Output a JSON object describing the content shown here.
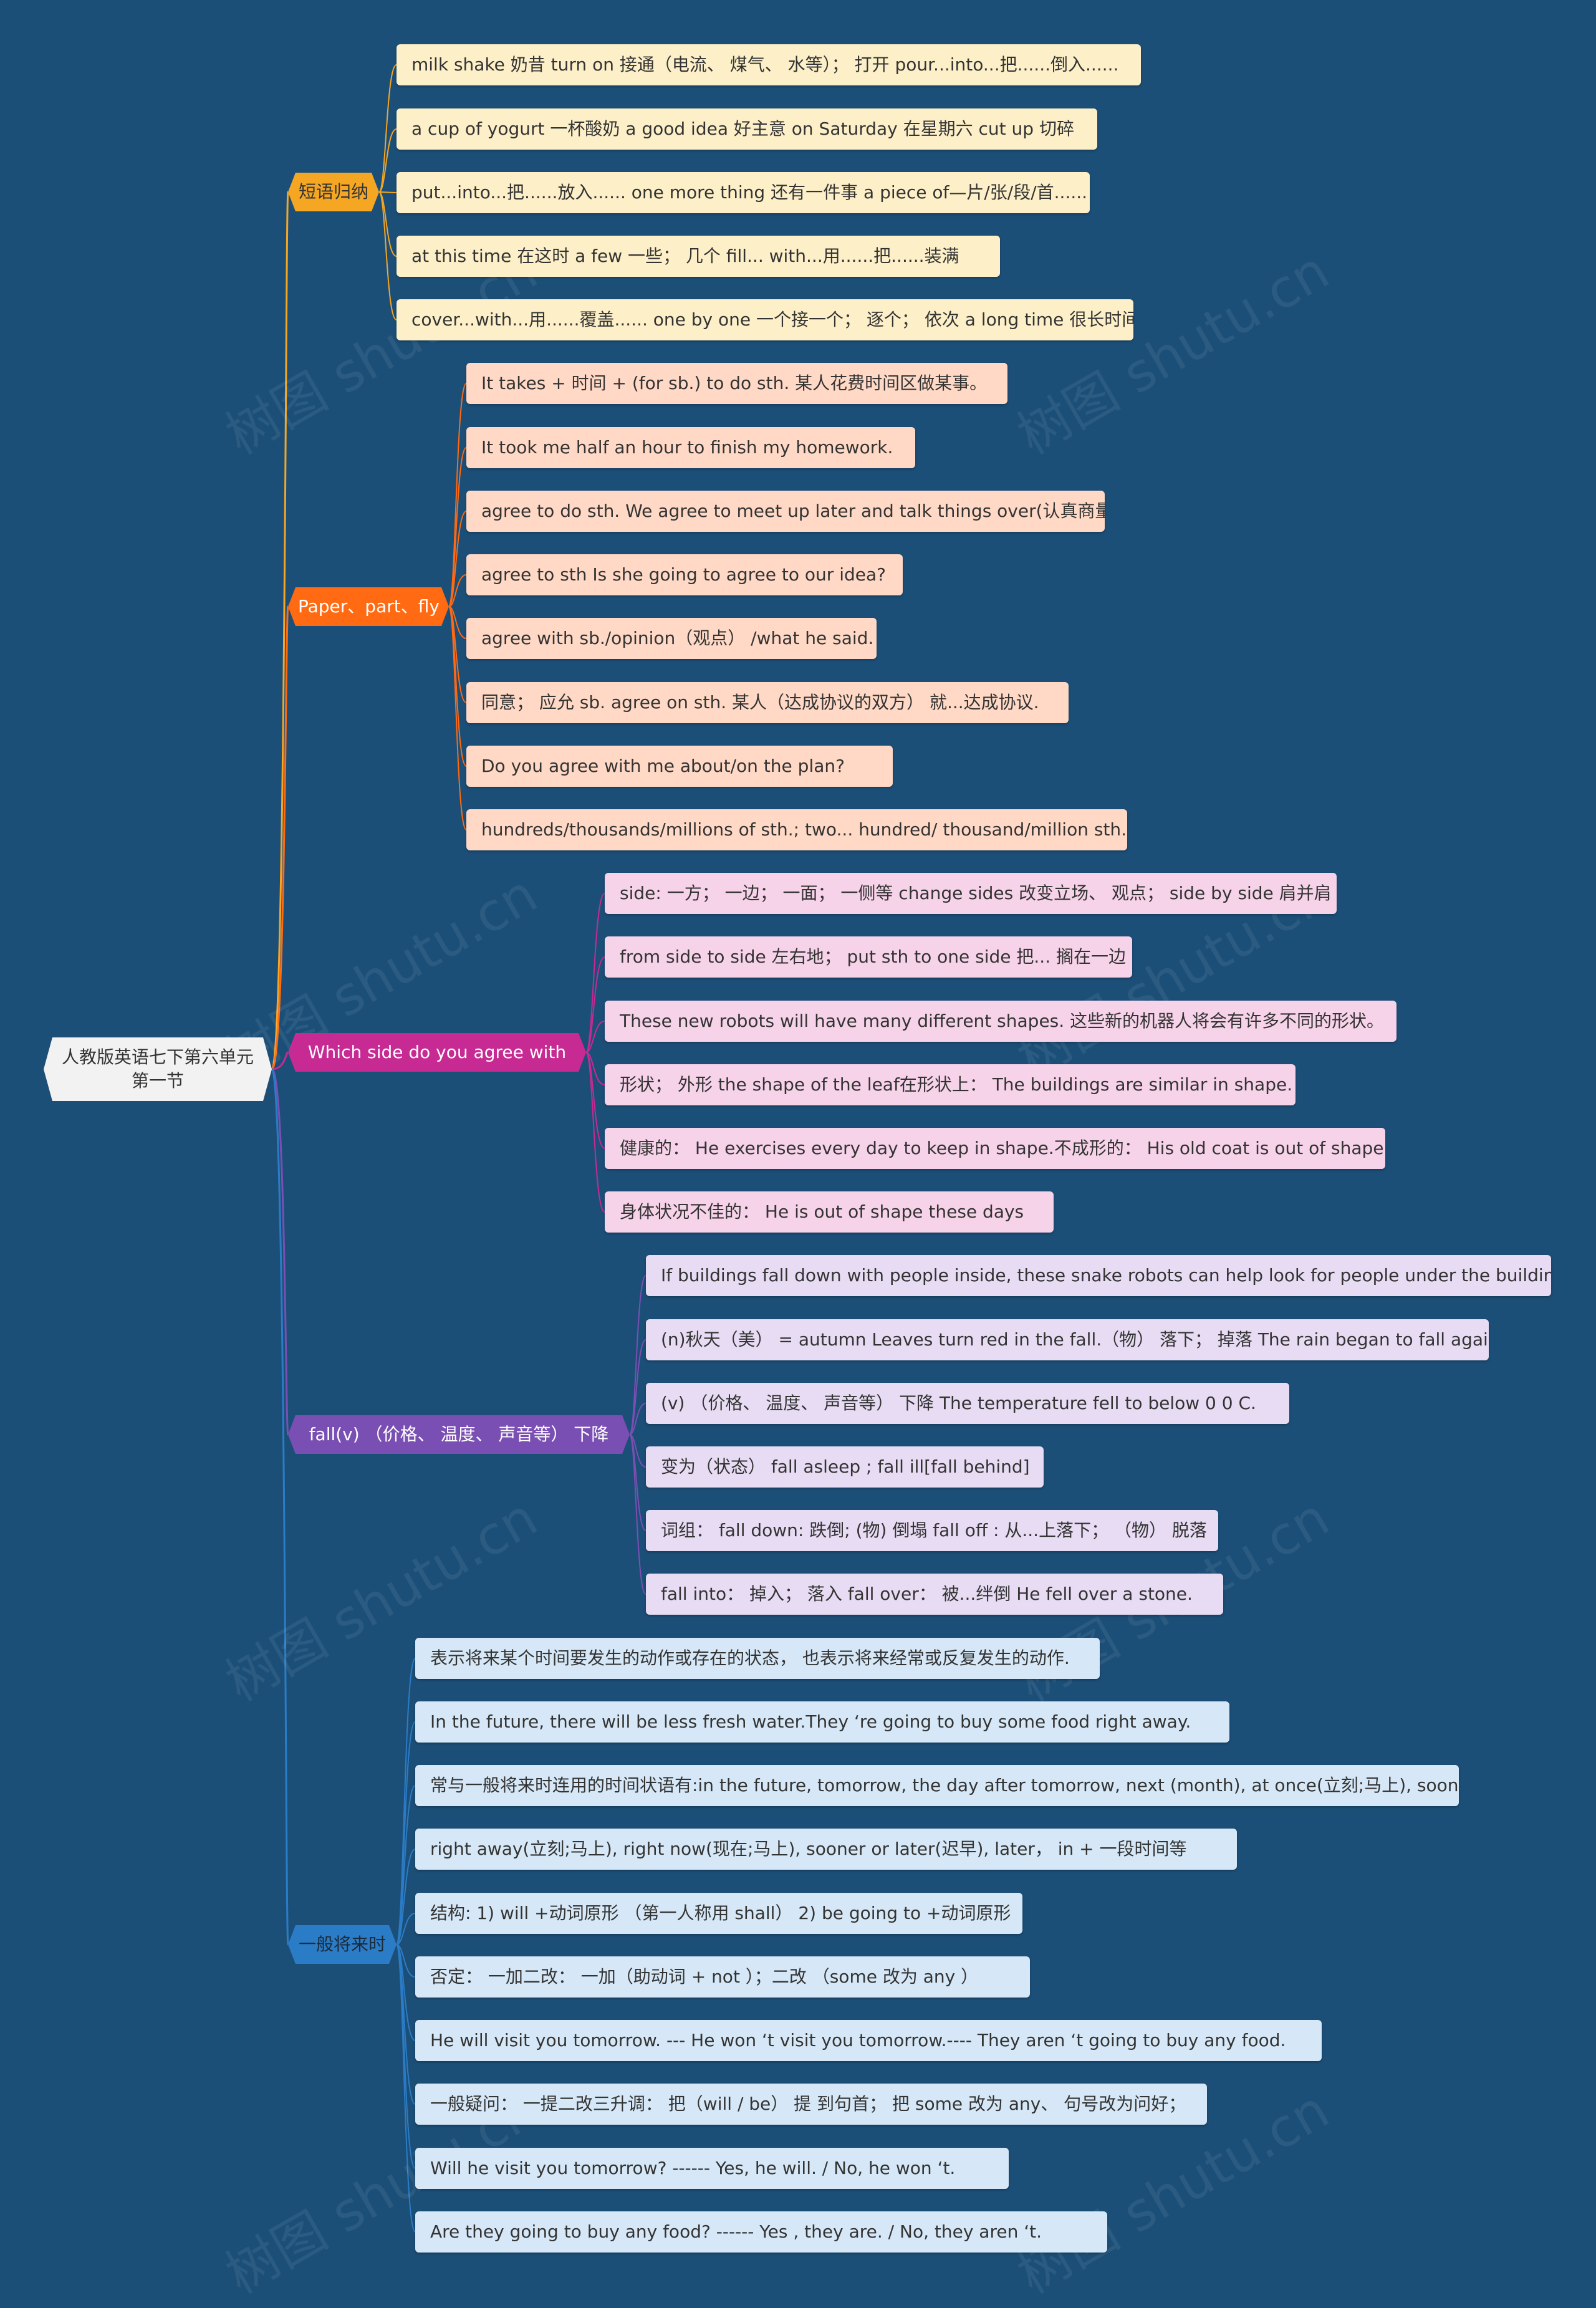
{
  "root": {
    "label": "人教版英语七下第六单元第一节"
  },
  "watermark": "树图 shutu.cn",
  "branches": [
    {
      "label": "短语归纳",
      "color": "#f5a623",
      "items": [
        "milk shake 奶昔 turn on 接通（电流、 煤气、 水等）； 打开 pour...into...把......倒入......",
        "a cup of yogurt 一杯酸奶 a good idea 好主意 on Saturday 在星期六 cut up 切碎",
        "put...into...把......放入...... one more thing 还有一件事 a piece of—片/张/段/首......",
        "at this time 在这时 a few 一些； 几个 fill... with...用......把......装满",
        "cover...with...用......覆盖...... one by one 一个接一个； 逐个； 依次 a long time 很长时间"
      ]
    },
    {
      "label": "Paper、part、fly",
      "color": "#ff6a13",
      "items": [
        "It takes + 时间 + (for sb.) to do sth. 某人花费时间区做某事。",
        "It took me half an hour to finish my homework.",
        "agree to do sth. We agree to meet up later and talk things over(认真商量)",
        "agree to sth Is she going to agree to our idea?",
        "agree with sb./opinion（观点） /what he said.",
        "同意； 应允 sb. agree on sth. 某人（达成协议的双方） 就...达成协议.",
        "Do you agree with me about/on the plan?",
        "hundreds/thousands/millions of sth.; two... hundred/ thousand/million sth."
      ]
    },
    {
      "label": "Which side do you agree with",
      "color": "#c72a92",
      "items": [
        "side: 一方； 一边； 一面； 一侧等 change sides 改变立场、 观点； side by side 肩并肩",
        "from side to side 左右地； put sth to one side 把... 搁在一边",
        "These new robots will have many different shapes. 这些新的机器人将会有许多不同的形状。",
        "形状； 外形 the shape of the leaf在形状上： The buildings are similar in shape.",
        "健康的： He exercises every day to keep in shape.不成形的： His old coat is out of shape.",
        "身体状况不佳的： He is out of shape these days"
      ]
    },
    {
      "label": "fall(v) （价格、 温度、 声音等） 下降",
      "color": "#7a4fb3",
      "items": [
        "If buildings fall down with people inside, these snake robots can help look for people under the building",
        "(n)秋天（美） = autumn Leaves turn red in the fall.（物） 落下； 掉落 The rain began to fall again.",
        "(v) （价格、 温度、 声音等） 下降 The temperature fell to below 0 0 C.",
        "变为（状态） fall asleep ; fall ill[fall behind]",
        "词组： fall down: 跌倒; (物) 倒塌 fall off : 从...上落下； （物） 脱落",
        "fall into： 掉入； 落入 fall over： 被...绊倒 He fell over a stone."
      ]
    },
    {
      "label": "一般将来时",
      "color": "#2b7cc7",
      "items": [
        "表示将来某个时间要发生的动作或存在的状态， 也表示将来经常或反复发生的动作.",
        "In the future, there will be less fresh water.They ‘re going to buy some food right away.",
        "常与一般将来时连用的时间状语有:in the future, tomorrow, the day after tomorrow, next (month), at once(立刻;马上), soon,",
        "right away(立刻;马上), right now(现在;马上), sooner or later(迟早), later， in + 一段时间等",
        "结构: 1) will +动词原形 （第一人称用 shall） 2) be going to +动词原形",
        "否定： 一加二改： 一加（助动词 + not ）；二改 （some 改为 any ）",
        "He will visit you tomorrow. --- He won ‘t visit you tomorrow.---- They aren ‘t going to buy any food.",
        "一般疑问： 一提二改三升调： 把（will / be） 提 到句首； 把 some 改为 any、 句号改为问好；",
        "Will he visit you tomorrow? ------ Yes, he will. / No, he won ‘t.",
        "Are they going to buy any food? ------ Yes , they are. / No, they aren ‘t."
      ]
    }
  ]
}
